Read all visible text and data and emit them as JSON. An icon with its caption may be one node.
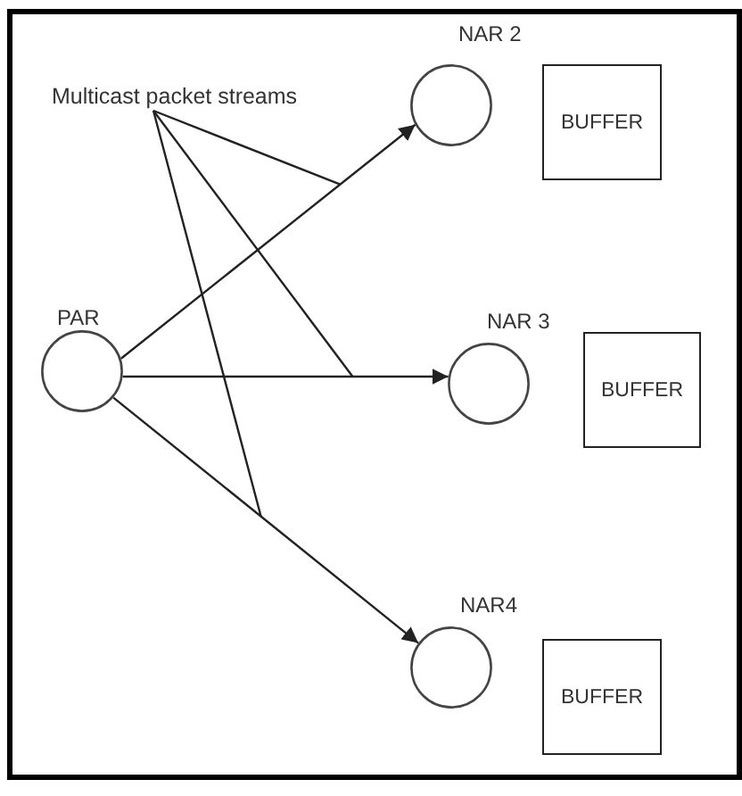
{
  "diagram": {
    "nodes": [
      {
        "text": [
          "NAR 2"
        ]
      },
      {
        "text": [
          "BUFFER"
        ]
      },
      {
        "text": [
          "Multicast packet streams"
        ]
      },
      {
        "text": [
          "PAR"
        ]
      },
      {
        "text": [
          "NAR 3"
        ]
      },
      {
        "text": [
          "BUFFER"
        ]
      },
      {
        "text": [
          "NAR4"
        ]
      },
      {
        "text": [
          "BUFFER"
        ]
      }
    ],
    "edges": [
      {
        "from": 3,
        "to": 0,
        "arrow": "to"
      },
      {
        "from": 3,
        "to": 4,
        "arrow": "to"
      },
      {
        "from": 3,
        "to": 6,
        "arrow": "to"
      },
      {
        "from": 2,
        "to": null,
        "arrow": "none"
      },
      {
        "from": 2,
        "to": null,
        "arrow": "none"
      },
      {
        "from": 2,
        "to": null,
        "arrow": "none"
      }
    ]
  }
}
